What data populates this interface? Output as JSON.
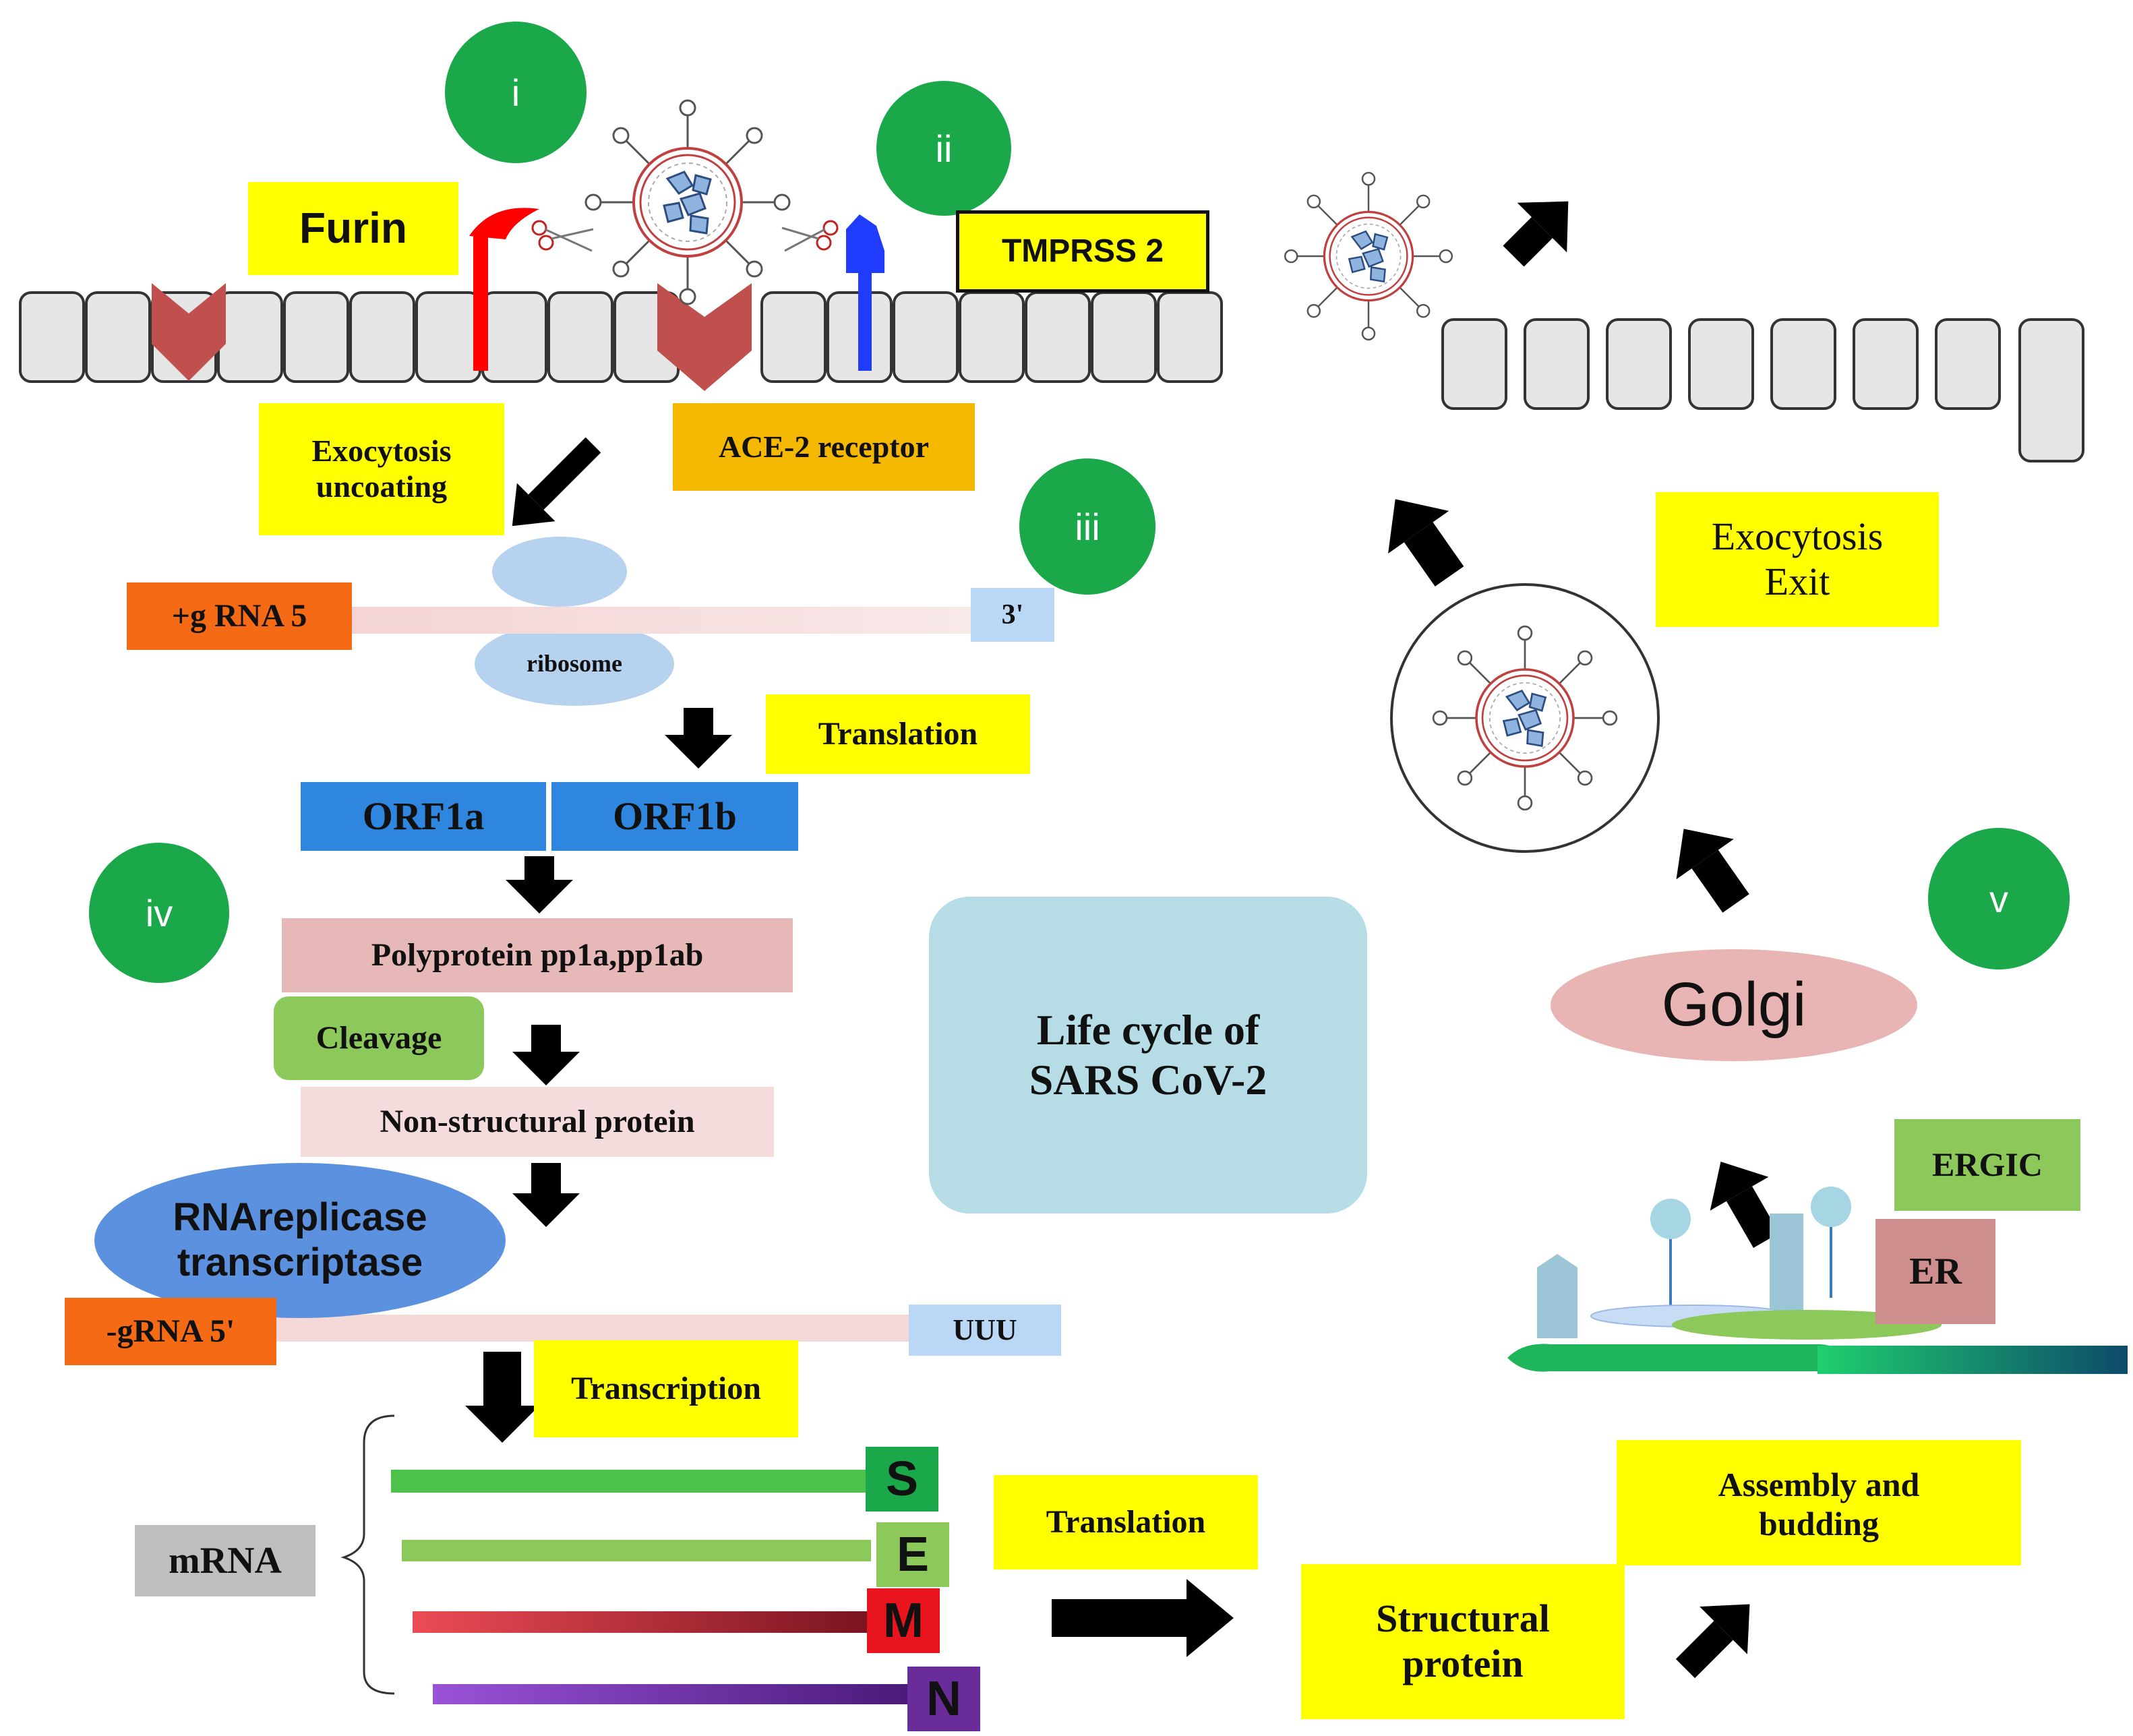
{
  "title": "Life cycle of\nSARS CoV-2",
  "steps": [
    "i",
    "ii",
    "iii",
    "iv",
    "v"
  ],
  "labels": {
    "furin": "Furin",
    "tmprss2": "TMPRSS 2",
    "ace2": "ACE-2 receptor",
    "exo_uncoating": "Exocytosis\nuncoating",
    "plus_grna": "+g RNA 5",
    "three_prime": "3'",
    "ribosome": "ribosome",
    "translation1": "Translation",
    "orf1a": "ORF1a",
    "orf1b": "ORF1b",
    "polyprotein": "Polyprotein pp1a,pp1ab",
    "cleavage": "Cleavage",
    "nsp": "Non-structural protein",
    "replicase": "RNAreplicase\ntranscriptase",
    "minus_grna": "-gRNA 5'",
    "uuu": "UUU",
    "transcription": "Transcription",
    "mrna": "mRNA",
    "gene_s": "S",
    "gene_e": "E",
    "gene_m": "M",
    "gene_n": "N",
    "translation2": "Translation",
    "structural": "Structural\nprotein",
    "assembly": "Assembly  and\nbudding",
    "ergic": "ERGIC",
    "er": "ER",
    "golgi": "Golgi",
    "exo_exit": "Exocytosis\nExit"
  },
  "colors": {
    "step_green": "#1aa84a",
    "highlight_yellow": "#ffff00",
    "ace2_orange": "#f5b800",
    "rna_orange": "#f56a14",
    "orf_blue": "#2e86de",
    "gene_s": "#1aa84a",
    "gene_e": "#8cc85a",
    "gene_m": "#e8141e",
    "gene_n": "#6a2c9a",
    "golgi_pink": "#e8b4b4",
    "title_box": "#b6dde6"
  }
}
